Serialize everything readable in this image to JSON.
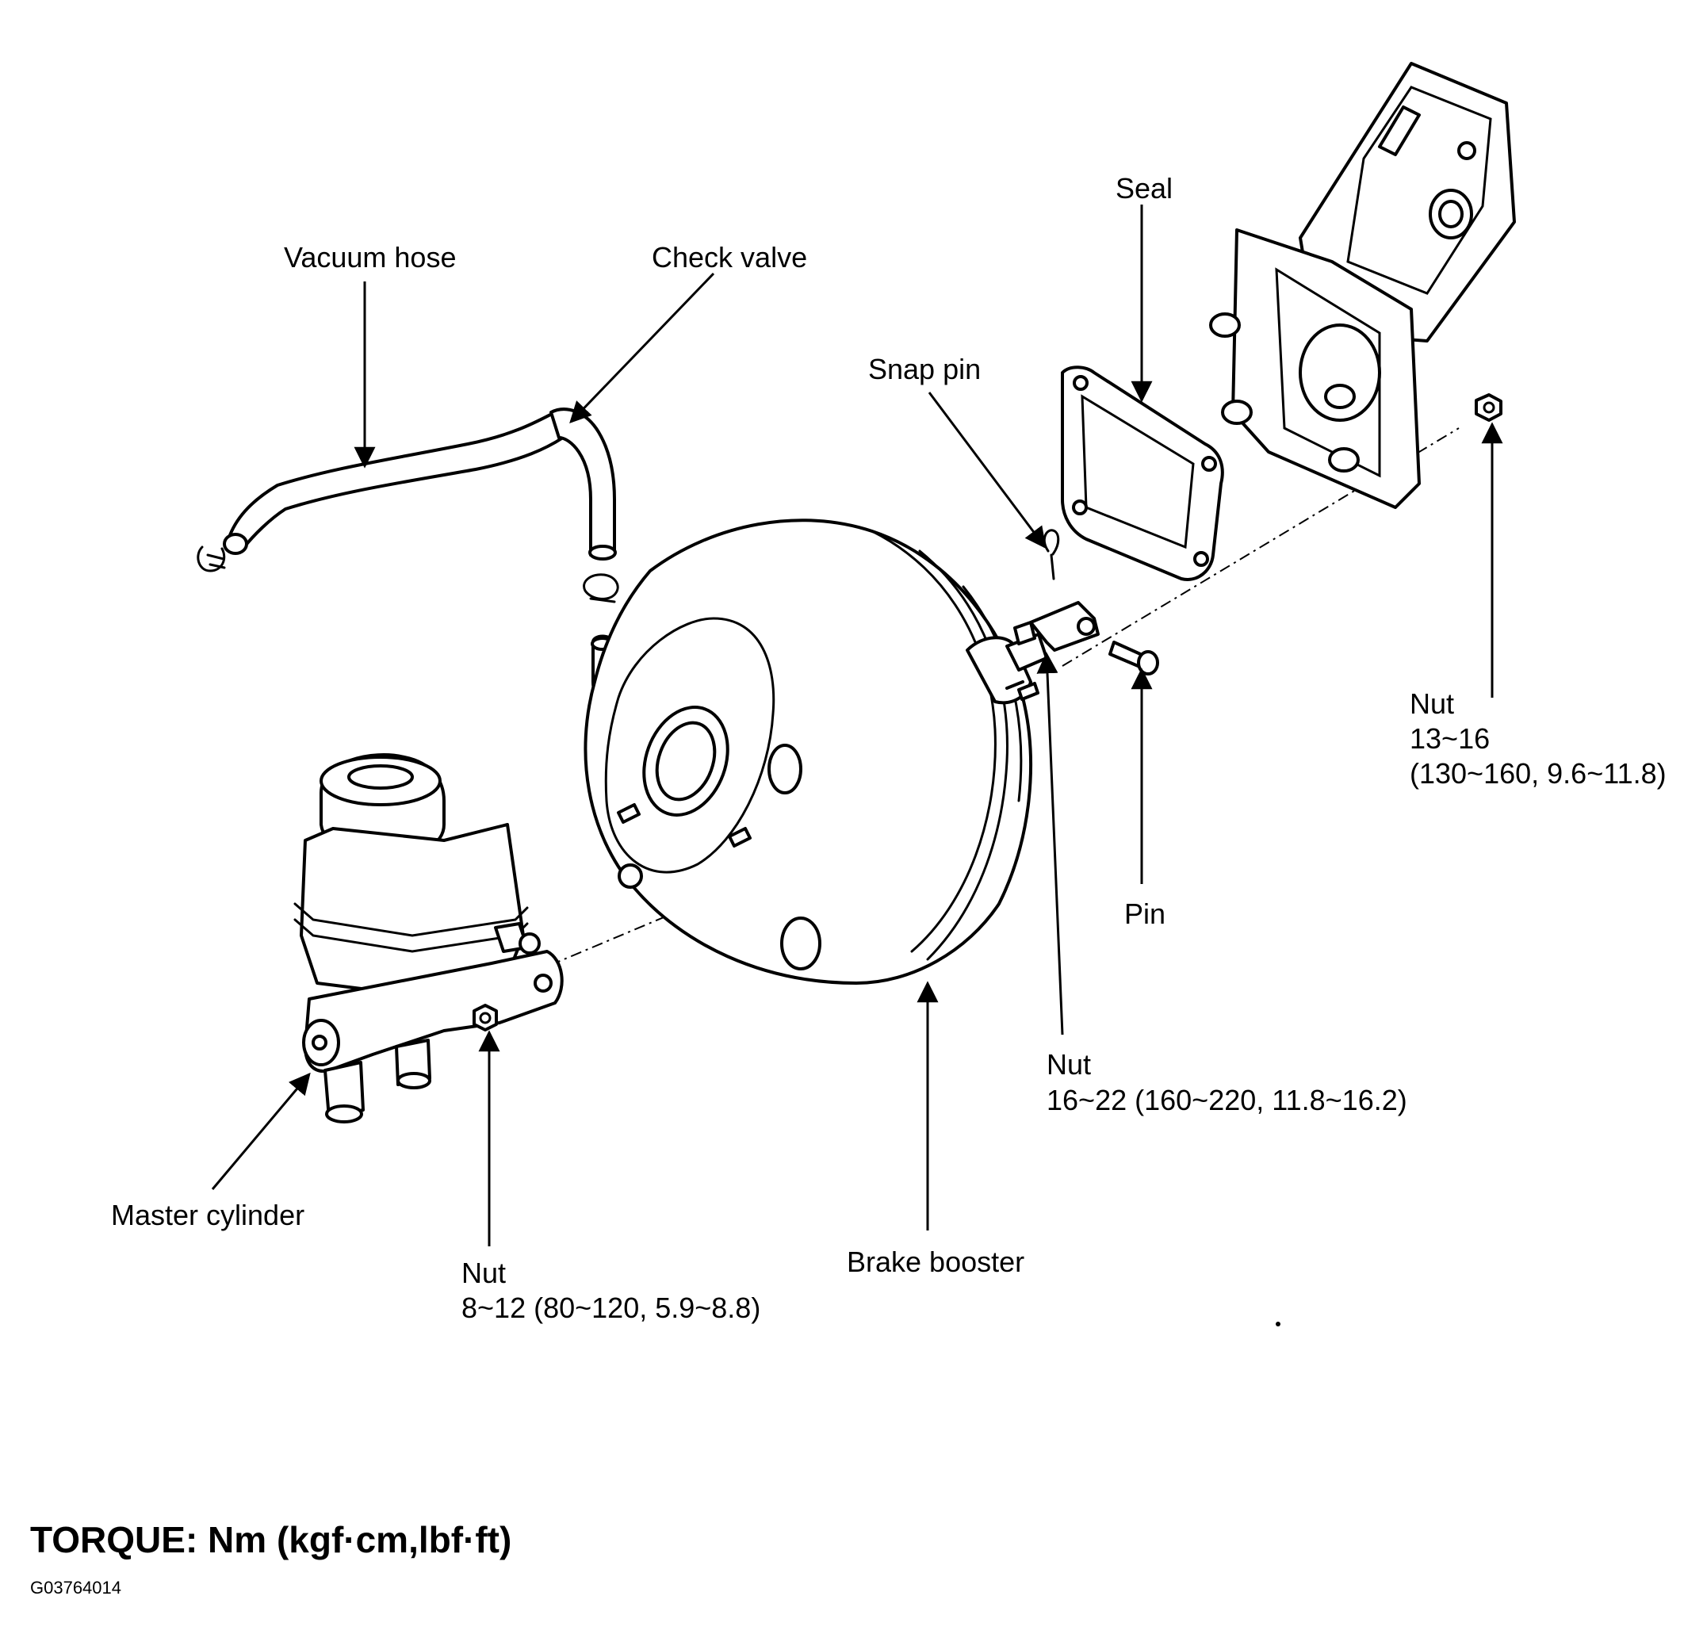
{
  "labels": {
    "vacuum_hose": "Vacuum hose",
    "check_valve": "Check valve",
    "seal": "Seal",
    "snap_pin": "Snap pin",
    "nut_mount_title": "Nut",
    "nut_mount_value_1": "13~16",
    "nut_mount_value_2": "(130~160, 9.6~11.8)",
    "pin": "Pin",
    "nut_clevis_title": "Nut",
    "nut_clevis_value": "16~22 (160~220, 11.8~16.2)",
    "master_cylinder": "Master cylinder",
    "nut_master_title": "Nut",
    "nut_master_value": "8~12 (80~120, 5.9~8.8)",
    "brake_booster": "Brake booster"
  },
  "footer": {
    "torque_units": "TORQUE: Nm (kgf·cm,lbf·ft)",
    "figure_code": "G03764014"
  }
}
